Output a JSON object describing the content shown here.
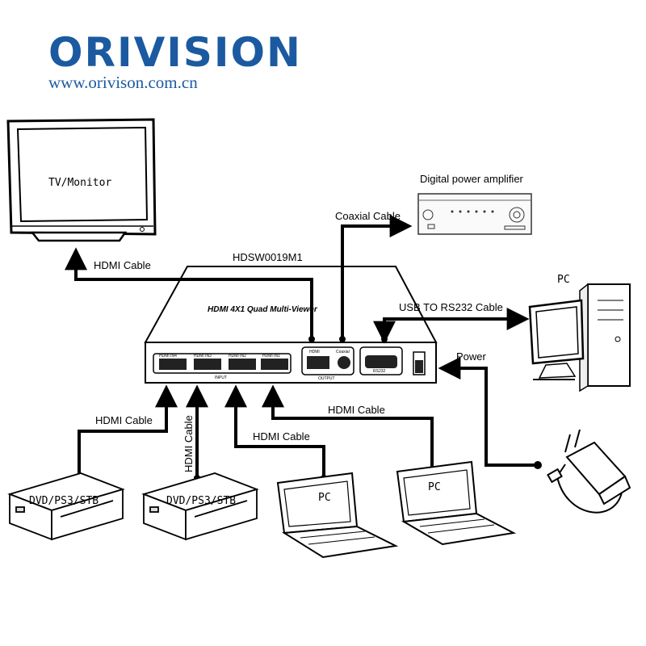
{
  "brand": {
    "name": "ORIVISION",
    "url": "www.orivison.com.cn",
    "color": "#1b5aa0"
  },
  "device": {
    "model": "HDSW0019M1",
    "title": "HDMI 4X1 Quad Multi-Viewer",
    "ports": {
      "in4": "HDMI IN4",
      "in3": "HDMI IN3",
      "in2": "HDMI IN2",
      "in1": "HDMI IN1",
      "input": "INPUT",
      "hdmi_out": "HDMI",
      "coaxial": "Coaxial",
      "output": "OUTPUT",
      "rs232": "RS232"
    }
  },
  "devices": {
    "tv": "TV/Monitor",
    "amp": "Digital power amplifier",
    "pc_desktop": "PC",
    "dvd1": "DVD/PS3/STB",
    "dvd2": "DVD/PS3/STB",
    "laptop1": "PC",
    "laptop2": "PC"
  },
  "cables": {
    "hdmi_tv": "HDMI Cable",
    "coaxial": "Coaxial Cable",
    "usb_rs232": "USB TO RS232 Cable",
    "power": "Power",
    "hdmi_dvd1": "HDMI Cable",
    "hdmi_dvd2": "HDMI Cable",
    "hdmi_laptop1": "HDMI Cable",
    "hdmi_laptop2": "HDMI Cable"
  }
}
